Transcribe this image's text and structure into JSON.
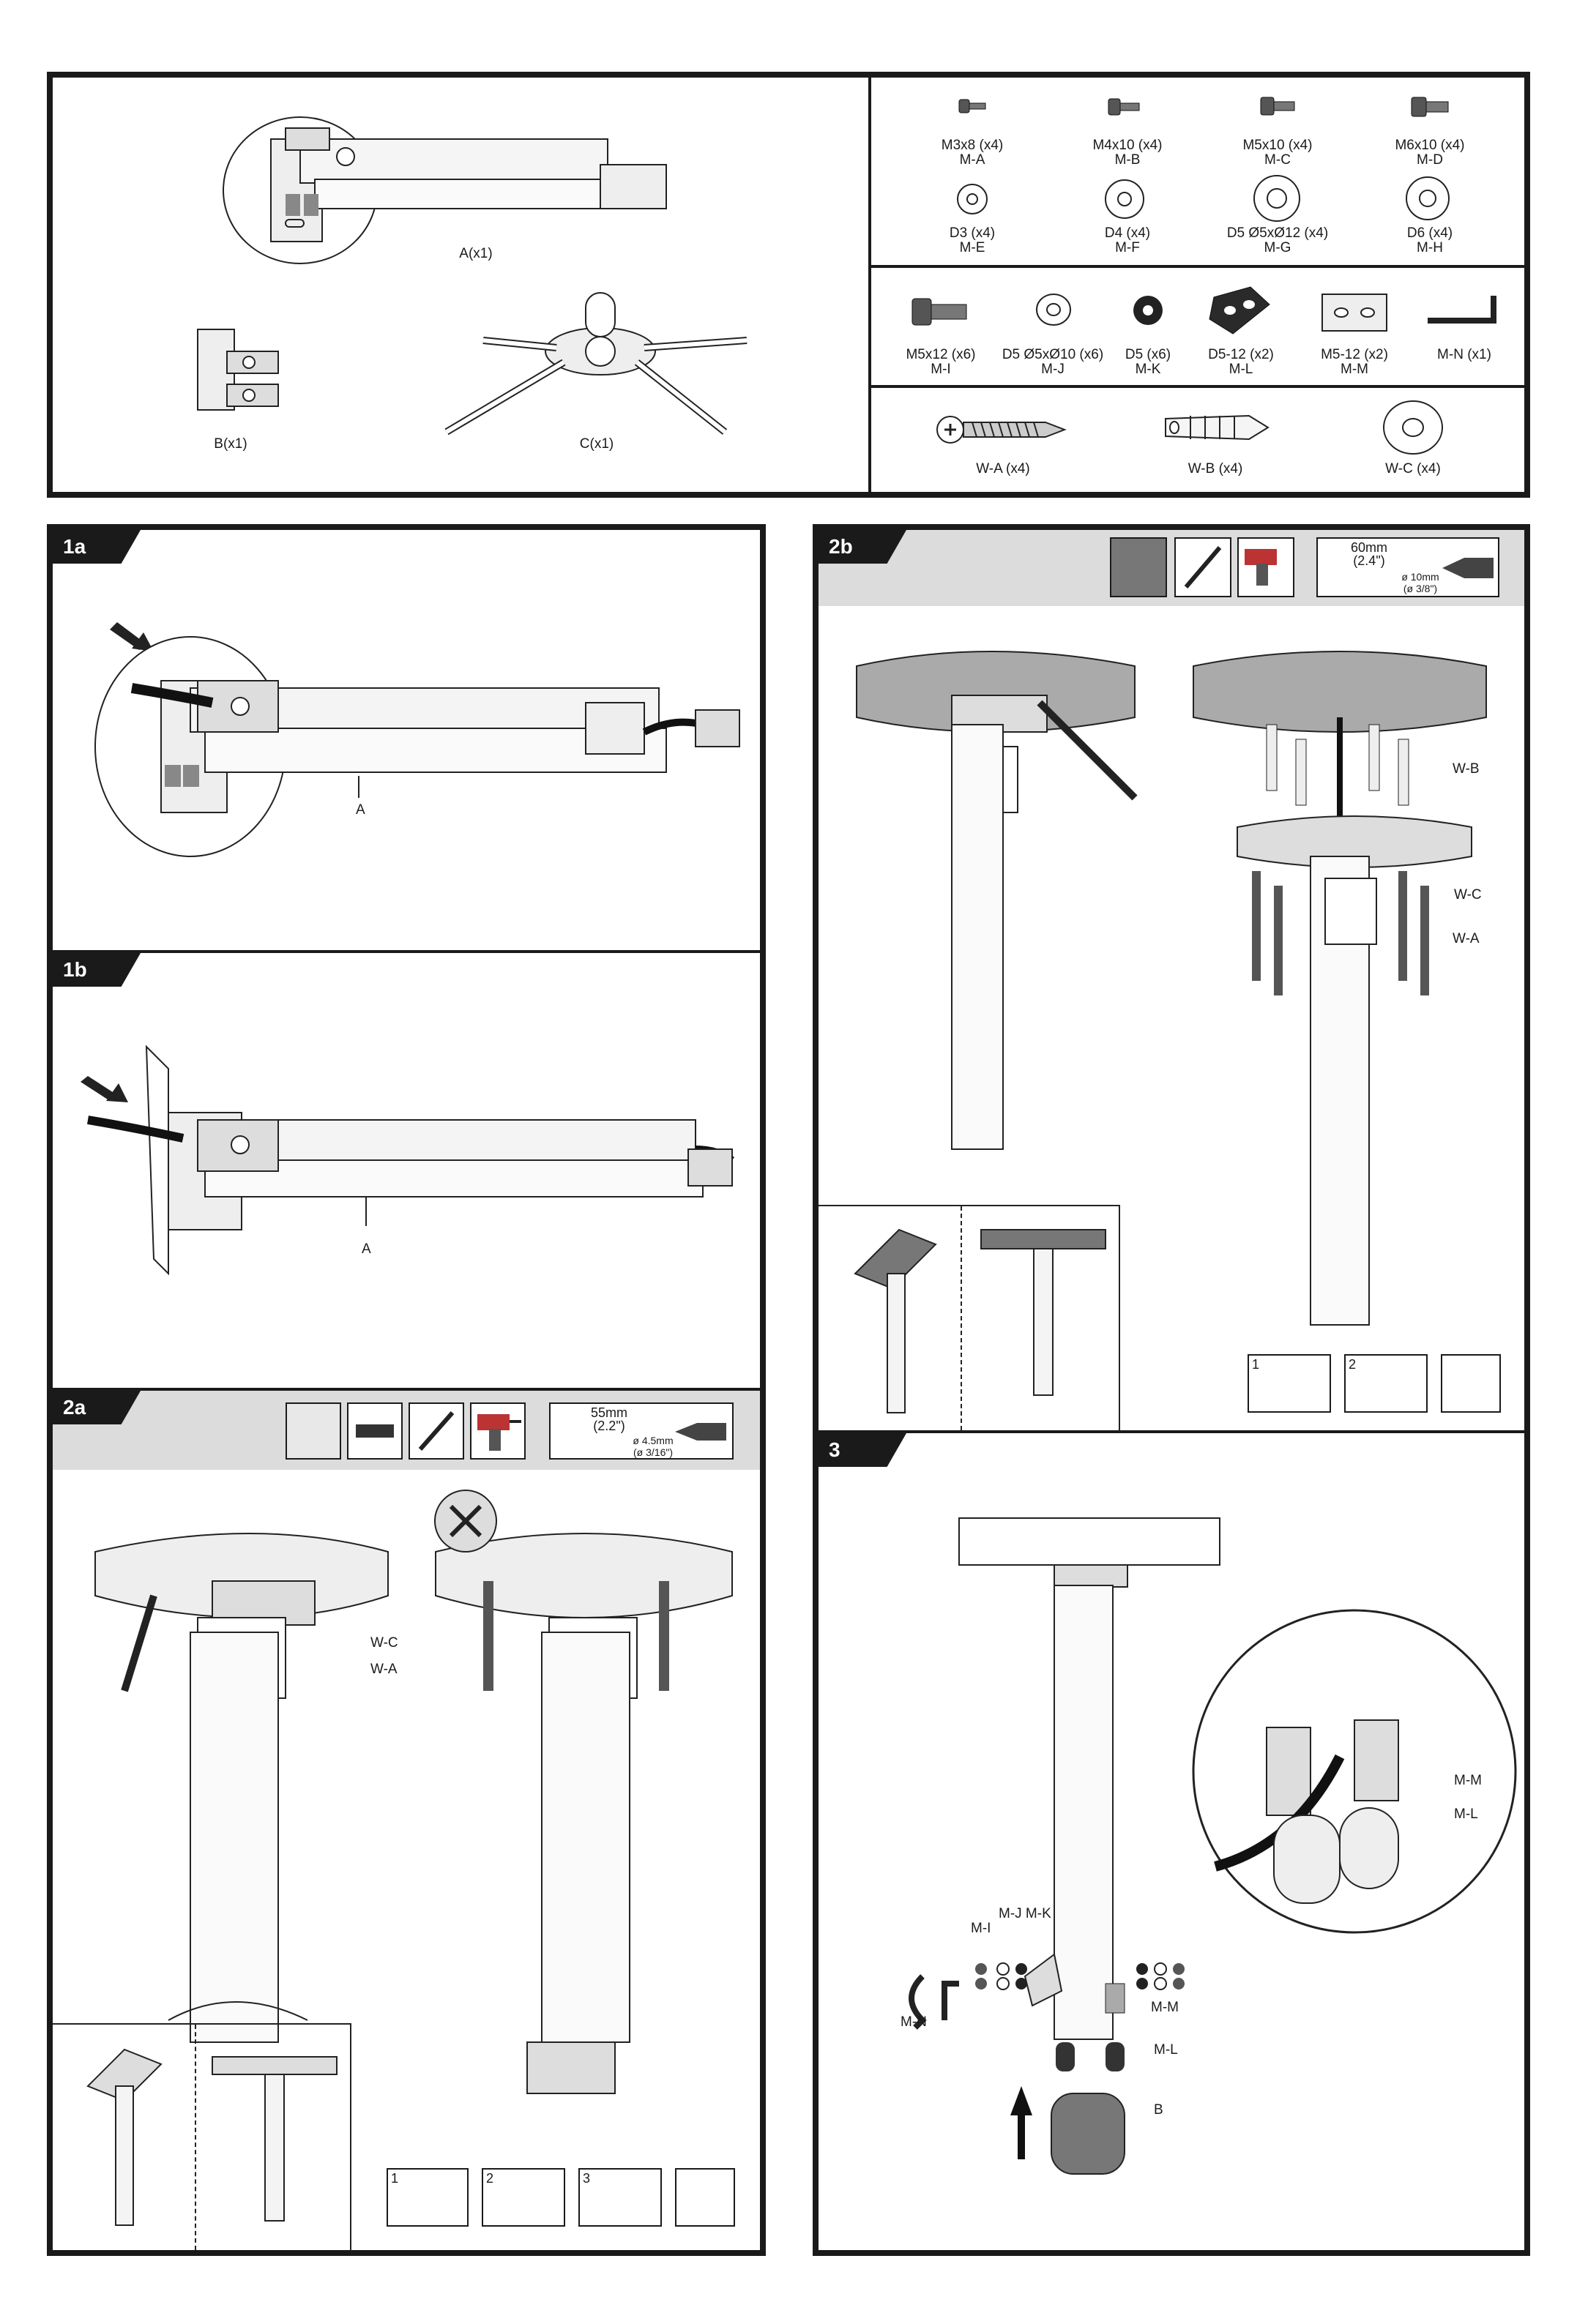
{
  "parts": {
    "A": "A(x1)",
    "B": "B(x1)",
    "C": "C(x1)"
  },
  "hardware_row1": [
    {
      "size": "M3x8 (x4)",
      "code": "M-A"
    },
    {
      "size": "M4x10 (x4)",
      "code": "M-B"
    },
    {
      "size": "M5x10 (x4)",
      "code": "M-C"
    },
    {
      "size": "M6x10 (x4)",
      "code": "M-D"
    }
  ],
  "hardware_row2": [
    {
      "size": "D3 (x4)",
      "code": "M-E"
    },
    {
      "size": "D4 (x4)",
      "code": "M-F"
    },
    {
      "size": "D5 Ø5xØ12 (x4)",
      "code": "M-G"
    },
    {
      "size": "D6 (x4)",
      "code": "M-H"
    }
  ],
  "hardware_row3": [
    {
      "size": "M5x12 (x6)",
      "code": "M-I"
    },
    {
      "size": "D5 Ø5xØ10 (x6)",
      "code": "M-J"
    },
    {
      "size": "D5 (x6)",
      "code": "M-K"
    },
    {
      "size": "D5-12 (x2)",
      "code": "M-L"
    },
    {
      "size": "M5-12 (x2)",
      "code": "M-M"
    },
    {
      "size": "M-N (x1)",
      "code": ""
    }
  ],
  "hardware_row4": [
    {
      "size": "W-A (x4)"
    },
    {
      "size": "W-B (x4)"
    },
    {
      "size": "W-C (x4)"
    }
  ],
  "steps": {
    "s1a": "1a",
    "s1b": "1b",
    "s2a": "2a",
    "s2b": "2b",
    "s3": "3"
  },
  "callouts": {
    "a_1a": "A",
    "a_1b": "A",
    "wc_2a": "W-C",
    "wa_2a": "W-A",
    "wb_2b": "W-B",
    "wc_2b": "W-C",
    "wa_2b": "W-A",
    "mm_3a": "M-M",
    "ml_3a": "M-L",
    "mi": "M-I",
    "mj_mk": "M-J M-K",
    "mn": "M-N",
    "mm_3b": "M-M",
    "ml_3b": "M-L",
    "b_3": "B"
  },
  "drill_2a": {
    "depth": "55mm",
    "depth_in": "(2.2\")",
    "bit": "ø 4.5mm",
    "bit_in": "(ø 3/16\")"
  },
  "drill_2b": {
    "depth": "60mm",
    "depth_in": "(2.4\")",
    "bit": "ø 10mm",
    "bit_in": "(ø 3/8\")"
  },
  "substeps": {
    "n1": "1",
    "n2": "2",
    "n3": "3"
  }
}
